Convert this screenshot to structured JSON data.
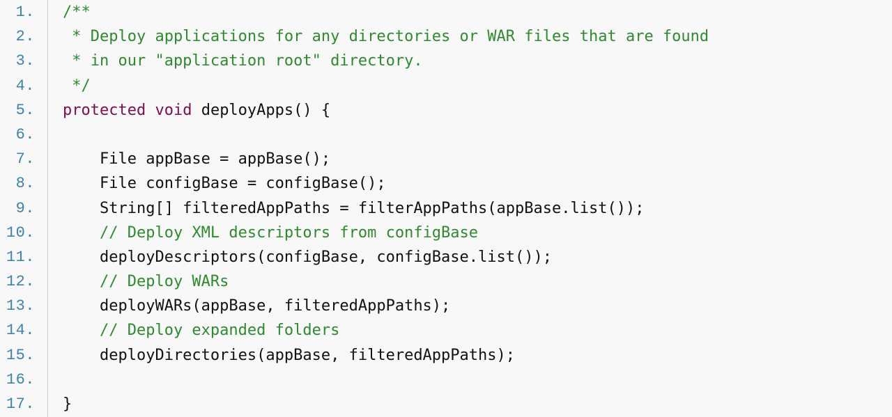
{
  "colors": {
    "background": "#f8f8f8",
    "line_number": "#3f83a6",
    "comment": "#2f8a2f",
    "keyword": "#7a0e4e",
    "text": "#111111",
    "gutter_border": "#c9c9c9"
  },
  "lines": [
    {
      "num": "1.",
      "tokens": [
        {
          "t": "/**",
          "kind": "comment"
        }
      ]
    },
    {
      "num": "2.",
      "tokens": [
        {
          "t": " * Deploy applications for any directories or WAR files that are found",
          "kind": "comment"
        }
      ]
    },
    {
      "num": "3.",
      "tokens": [
        {
          "t": " * in our \"application root\" directory.",
          "kind": "comment"
        }
      ]
    },
    {
      "num": "4.",
      "tokens": [
        {
          "t": " */",
          "kind": "comment"
        }
      ]
    },
    {
      "num": "5.",
      "tokens": [
        {
          "t": "protected",
          "kind": "keyword"
        },
        {
          "t": " ",
          "kind": "plain"
        },
        {
          "t": "void",
          "kind": "keyword"
        },
        {
          "t": " deployApps() {",
          "kind": "plain"
        }
      ]
    },
    {
      "num": "6.",
      "tokens": [
        {
          "t": "",
          "kind": "plain"
        }
      ]
    },
    {
      "num": "7.",
      "tokens": [
        {
          "t": "    File appBase = appBase();",
          "kind": "plain"
        }
      ]
    },
    {
      "num": "8.",
      "tokens": [
        {
          "t": "    File configBase = configBase();",
          "kind": "plain"
        }
      ]
    },
    {
      "num": "9.",
      "tokens": [
        {
          "t": "    String[] filteredAppPaths = filterAppPaths(appBase.list());",
          "kind": "plain"
        }
      ]
    },
    {
      "num": "10.",
      "tokens": [
        {
          "t": "    ",
          "kind": "plain"
        },
        {
          "t": "// Deploy XML descriptors from configBase",
          "kind": "comment"
        }
      ]
    },
    {
      "num": "11.",
      "tokens": [
        {
          "t": "    deployDescriptors(configBase, configBase.list());",
          "kind": "plain"
        }
      ]
    },
    {
      "num": "12.",
      "tokens": [
        {
          "t": "    ",
          "kind": "plain"
        },
        {
          "t": "// Deploy WARs",
          "kind": "comment"
        }
      ]
    },
    {
      "num": "13.",
      "tokens": [
        {
          "t": "    deployWARs(appBase, filteredAppPaths);",
          "kind": "plain"
        }
      ]
    },
    {
      "num": "14.",
      "tokens": [
        {
          "t": "    ",
          "kind": "plain"
        },
        {
          "t": "// Deploy expanded folders",
          "kind": "comment"
        }
      ]
    },
    {
      "num": "15.",
      "tokens": [
        {
          "t": "    deployDirectories(appBase, filteredAppPaths);",
          "kind": "plain"
        }
      ]
    },
    {
      "num": "16.",
      "tokens": [
        {
          "t": "",
          "kind": "plain"
        }
      ]
    },
    {
      "num": "17.",
      "tokens": [
        {
          "t": "}",
          "kind": "plain"
        }
      ]
    }
  ]
}
